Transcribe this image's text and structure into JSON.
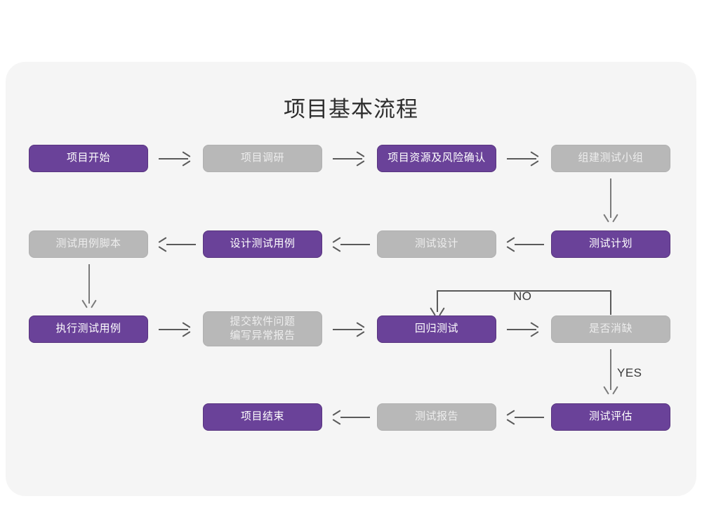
{
  "diagram": {
    "title": "项目基本流程",
    "colors": {
      "purple": "#6a4299",
      "gray": "#b8b8b8",
      "card_background": "#f5f5f5",
      "page_background": "#ffffff",
      "connector": "#5a5a5a"
    },
    "nodes": [
      {
        "id": "n1",
        "label": "项目开始",
        "style": "purple",
        "row": 1
      },
      {
        "id": "n2",
        "label": "项目调研",
        "style": "gray",
        "row": 1
      },
      {
        "id": "n3",
        "label": "项目资源及风险确认",
        "style": "purple",
        "row": 1
      },
      {
        "id": "n4",
        "label": "组建测试小组",
        "style": "gray",
        "row": 1
      },
      {
        "id": "n5",
        "label": "测试用例脚本",
        "style": "gray",
        "row": 2
      },
      {
        "id": "n6",
        "label": "设计测试用例",
        "style": "purple",
        "row": 2
      },
      {
        "id": "n7",
        "label": "测试设计",
        "style": "gray",
        "row": 2
      },
      {
        "id": "n8",
        "label": "测试计划",
        "style": "purple",
        "row": 2
      },
      {
        "id": "n9",
        "label": "执行测试用例",
        "style": "purple",
        "row": 3
      },
      {
        "id": "n10",
        "label": "提交软件问题\n编写异常报告",
        "style": "gray",
        "row": 3
      },
      {
        "id": "n11",
        "label": "回归测试",
        "style": "purple",
        "row": 3
      },
      {
        "id": "n12",
        "label": "是否消缺",
        "style": "gray",
        "row": 3
      },
      {
        "id": "n13",
        "label": "项目结束",
        "style": "purple",
        "row": 4
      },
      {
        "id": "n14",
        "label": "测试报告",
        "style": "gray",
        "row": 4
      },
      {
        "id": "n15",
        "label": "测试评估",
        "style": "purple",
        "row": 4
      }
    ],
    "edge_labels": {
      "no": "NO",
      "yes": "YES"
    }
  }
}
